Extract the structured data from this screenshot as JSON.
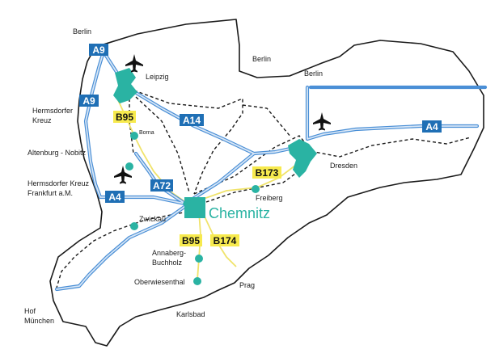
{
  "map": {
    "colors": {
      "outline": "#1a1a1a",
      "motorway": "#4a8fd6",
      "motorway_inner": "#d7e6f6",
      "secondary_road": "#f0e36b",
      "city": "#2ab3a3",
      "rail": "#1a1a1a",
      "autobahn_shield": "#1f6fb5",
      "bundesstrasse_shield": "#f7ea4e"
    },
    "center_city": "Chemnitz",
    "labels": {
      "berlin_a": "Berlin",
      "berlin_b": "Berlin",
      "berlin_c": "Berlin",
      "leipzig": "Leipzig",
      "hermsdorfer_kreuz_1": "Hermsdorfer",
      "hermsdorfer_kreuz_2": "Kreuz",
      "borna": "Borna",
      "altenburg": "Altenburg - Nobitz",
      "hermsdorf_frankfurt_1": "Hermsdorfer Kreuz",
      "hermsdorf_frankfurt_2": "Frankfurt a.M.",
      "zwickau": "Zwickau",
      "freiberg": "Freiberg",
      "dresden": "Dresden",
      "annaberg_1": "Annaberg-",
      "annaberg_2": "Buchholz",
      "oberwiesenthal": "Oberwiesenthal",
      "prag": "Prag",
      "karlsbad": "Karlsbad",
      "hof": "Hof",
      "muenchen": "München"
    },
    "road_shields": {
      "a9_top": "A9",
      "a9_mid": "A9",
      "a14": "A14",
      "a4_west": "A4",
      "a4_east": "A4",
      "a72": "A72",
      "b95_north": "B95",
      "b173": "B173",
      "b95_south": "B95",
      "b174": "B174"
    },
    "icons": {
      "airport": "airplane-icon",
      "town": "town-dot-icon"
    }
  }
}
